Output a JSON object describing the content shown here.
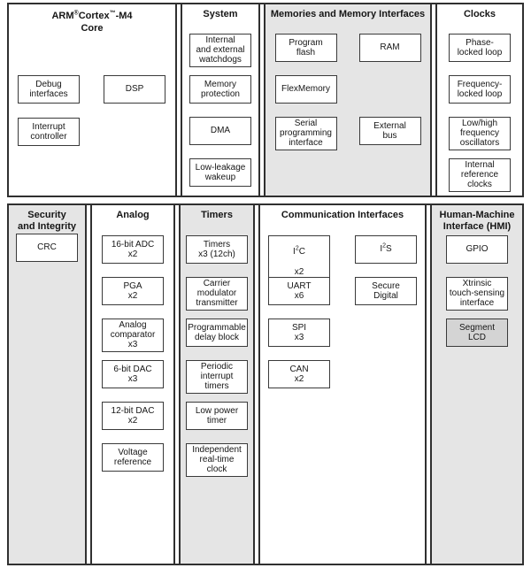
{
  "colors": {
    "panel_gray": "#e5e5e5",
    "lcd_fill": "#d4d4d4",
    "line_dark": "#303030",
    "box_border": "#3a3a3a"
  },
  "core": {
    "title": {
      "arm": "ARM",
      "reg": "®",
      "cortex": "Cortex",
      "tm": "™",
      "m4": "-M4",
      "line2": "Core"
    },
    "debug": "Debug\ninterfaces",
    "dsp": "DSP",
    "interrupt": "Interrupt\ncontroller"
  },
  "system": {
    "header": "System",
    "watchdogs": "Internal\nand external\nwatchdogs",
    "memory_protection": "Memory\nprotection",
    "dma": "DMA",
    "low_leakage_wakeup": "Low-leakage\nwakeup"
  },
  "memories": {
    "header": "Memories and Memory Interfaces",
    "program_flash": "Program\nflash",
    "ram": "RAM",
    "flexmemory": "FlexMemory",
    "serial_programming": "Serial\nprogramming\ninterface",
    "external_bus": "External\nbus"
  },
  "clocks": {
    "header": "Clocks",
    "pll": "Phase-\nlocked loop",
    "fll": "Frequency-\nlocked loop",
    "oscillators": "Low/high\nfrequency\noscillators",
    "internal_reference": "Internal\nreference\nclocks"
  },
  "security": {
    "header": "Security\nand Integrity",
    "crc": "CRC"
  },
  "analog": {
    "header": "Analog",
    "adc": "16-bit ADC\nx2",
    "pga": "PGA\nx2",
    "comparator": "Analog\ncomparator\nx3",
    "dac6": "6-bit DAC\nx3",
    "dac12": "12-bit DAC\nx2",
    "vref": "Voltage\nreference"
  },
  "timers": {
    "header": "Timers",
    "timers": "Timers\nx3 (12ch)",
    "carrier_modulator": "Carrier\nmodulator\ntransmitter",
    "programmable_delay": "Programmable\ndelay block",
    "periodic_interrupt": "Periodic\ninterrupt\ntimers",
    "low_power_timer": "Low power\ntimer",
    "rtc": "Independent\nreal-time\nclock"
  },
  "comm": {
    "header": "Communication Interfaces",
    "i2c": {
      "p1": "I",
      "sup": "2",
      "p2": "C",
      "qty": "x2"
    },
    "i2s": {
      "p1": "I",
      "sup": "2",
      "p2": "S"
    },
    "uart": "UART\nx6",
    "secure_digital": "Secure\nDigital",
    "spi": "SPI\nx3",
    "can": "CAN\nx2"
  },
  "hmi": {
    "header": "Human-Machine\nInterface (HMI)",
    "gpio": "GPIO",
    "touch_sensing": "Xtrinsic\ntouch-sensing\ninterface",
    "segment_lcd": "Segment\nLCD"
  }
}
